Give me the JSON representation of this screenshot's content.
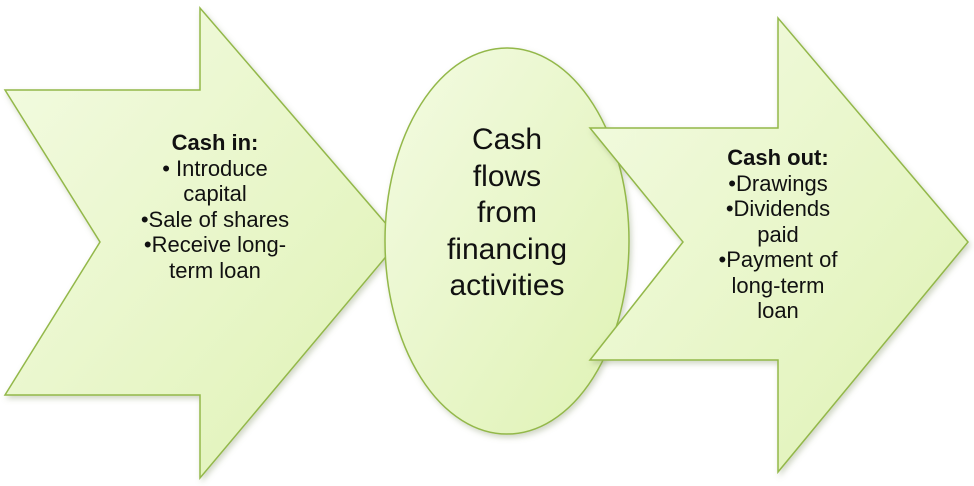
{
  "diagram": {
    "fill_color": "#dff2b4",
    "fill_color_light": "#f3fbe2",
    "stroke_color": "#93b84a",
    "cash_in": {
      "heading": "Cash in:",
      "lines": [
        "• Introduce",
        "capital",
        "•Sale of shares",
        "•Receive long-",
        "term loan"
      ]
    },
    "center": {
      "lines": [
        "Cash",
        "flows",
        "from",
        "financing",
        "activities"
      ]
    },
    "cash_out": {
      "heading": "Cash out:",
      "lines": [
        "•Drawings",
        "•Dividends",
        "paid",
        "•Payment of",
        "long-term",
        "loan"
      ]
    }
  }
}
